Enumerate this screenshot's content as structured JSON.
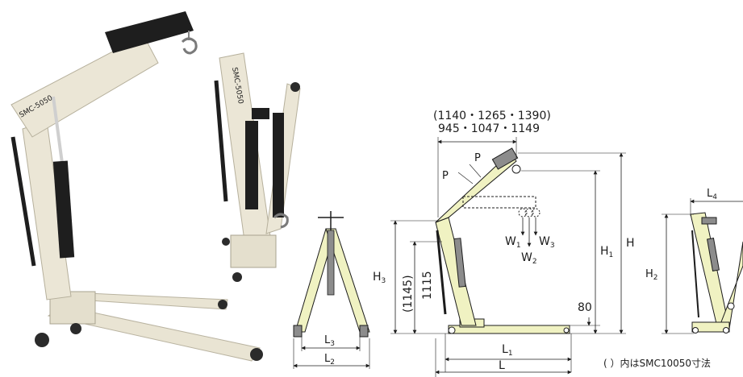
{
  "photo": {
    "model_marking": "SMC-5050"
  },
  "side_view": {
    "reach_top": "(1140・1265・1390)",
    "reach_bottom": "945・1047・1149",
    "boom_step": "P",
    "load_1": "W",
    "load_1_sub": "1",
    "load_2": "W",
    "load_2_sub": "2",
    "load_3": "W",
    "load_3_sub": "3",
    "height_h": "H",
    "height_h1": "H",
    "height_h1_sub": "1",
    "height_h3": "H",
    "height_h3_sub": "3",
    "height_1145": "(1145)",
    "height_1115": "1115",
    "ground_clearance": "80",
    "leg_length_l": "L",
    "leg_length_l1": "L",
    "leg_length_l1_sub": "1"
  },
  "front_view": {
    "width_l3": "L",
    "width_l3_sub": "3",
    "width_l2": "L",
    "width_l2_sub": "2"
  },
  "folded_view": {
    "width_l4": "L",
    "width_l4_sub": "4",
    "height_h2": "H",
    "height_h2_sub": "2"
  },
  "footnote": "( ）内はSMC10050寸法",
  "colors": {
    "frame_cream": "#ebe6d6",
    "boom_black": "#1e1e1e",
    "drawing_yellow": "#f0f2c2",
    "drawing_grey": "#8c8c8c",
    "line": "#1c1c1c",
    "hook_grey": "#9a9a9a"
  }
}
